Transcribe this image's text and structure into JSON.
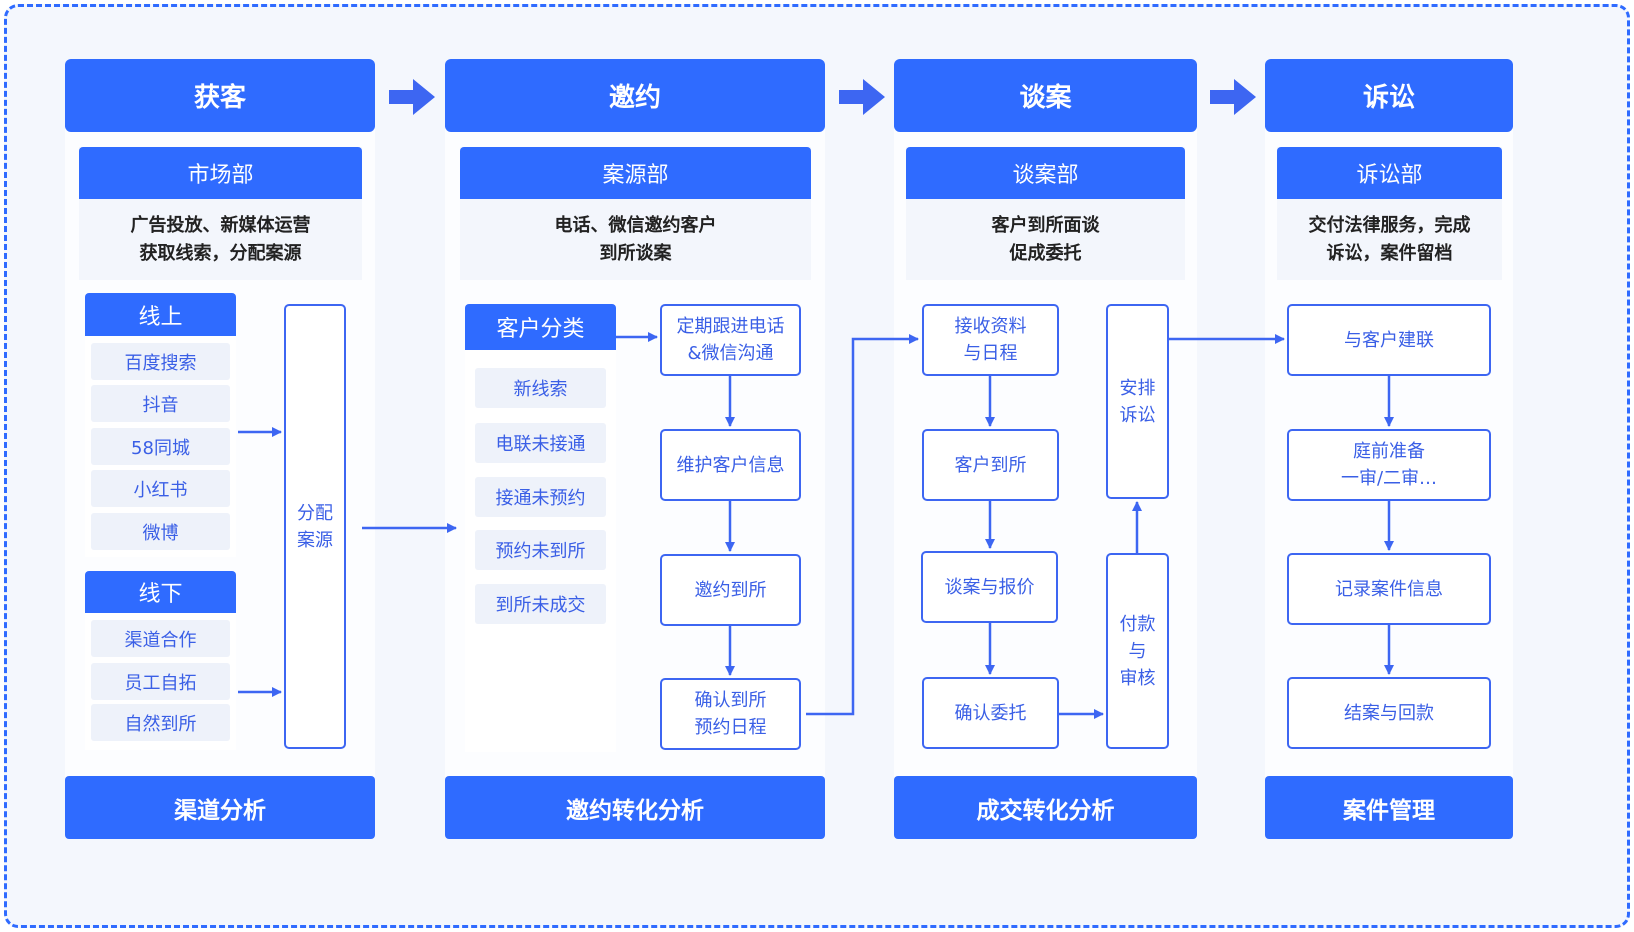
{
  "stages": [
    {
      "title": "获客",
      "dept": "市场部",
      "desc": "广告投放、新媒体运营\n获取线索，分配案源",
      "footer": "渠道分析"
    },
    {
      "title": "邀约",
      "dept": "案源部",
      "desc": "电话、微信邀约客户\n到所谈案",
      "footer": "邀约转化分析"
    },
    {
      "title": "谈案",
      "dept": "谈案部",
      "desc": "客户到所面谈\n促成委托",
      "footer": "成交转化分析"
    },
    {
      "title": "诉讼",
      "dept": "诉讼部",
      "desc": "交付法律服务，完成\n诉讼，案件留档",
      "footer": "案件管理"
    }
  ],
  "acquire": {
    "online_label": "线上",
    "online": [
      "百度搜索",
      "抖音",
      "58同城",
      "小红书",
      "微博"
    ],
    "offline_label": "线下",
    "offline": [
      "渠道合作",
      "员工自拓",
      "自然到所"
    ],
    "assign": "分配\n案源"
  },
  "invite": {
    "category_label": "客户分类",
    "categories": [
      "新线索",
      "电联未接通",
      "接通未预约",
      "预约未到所",
      "到所未成交"
    ],
    "steps": [
      "定期跟进电话\n&微信沟通",
      "维护客户信息",
      "邀约到所",
      "确认到所\n预约日程"
    ]
  },
  "negotiate": {
    "steps": [
      "接收资料\n与日程",
      "客户到所",
      "谈案与报价",
      "确认委托"
    ],
    "arrange": "安排\n诉讼",
    "payment": "付款\n与\n审核"
  },
  "litigate": {
    "steps": [
      "与客户建联",
      "庭前准备\n一审/二审…",
      "记录案件信息",
      "结案与回款"
    ]
  }
}
